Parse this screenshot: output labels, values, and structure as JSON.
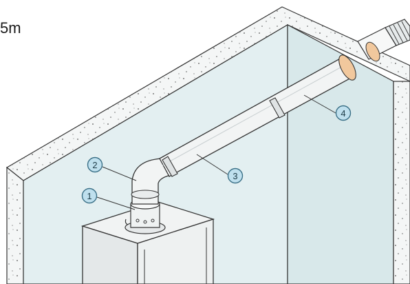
{
  "header": {
    "text": "5m"
  },
  "callouts": [
    {
      "number": "1"
    },
    {
      "number": "2"
    },
    {
      "number": "3"
    },
    {
      "number": "4"
    }
  ],
  "colors": {
    "wall_fill": "#e3eff1",
    "wall_edge": "#f3f5f5",
    "line": "#333333",
    "pipe_fill": "#f2f4f4",
    "flange": "#f1c89d",
    "callout_fill": "#bfe0ee",
    "callout_stroke": "#3a6f86"
  }
}
